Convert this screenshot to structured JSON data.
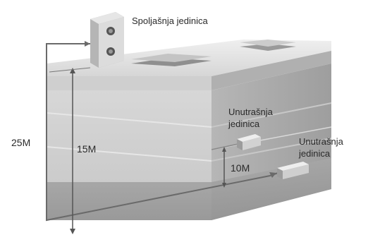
{
  "labels": {
    "outdoor_unit": "Spoljašnja jedinica",
    "indoor_unit_upper_line1": "Unutrašnja",
    "indoor_unit_upper_line2": "jedinica",
    "indoor_unit_lower_line1": "Unutrašnja",
    "indoor_unit_lower_line2": "jedinica",
    "dim_total": "25M",
    "dim_outdoor_to_indoor": "15M",
    "dim_between_indoor": "10M"
  },
  "colors": {
    "building_top": "#dcdcdc",
    "building_front": "#c8c8c8",
    "building_side": "#a9a9a9",
    "floor": "#9a9a9a",
    "pipe": "#6a6a6a",
    "unit_body": "#d9d9d9"
  }
}
